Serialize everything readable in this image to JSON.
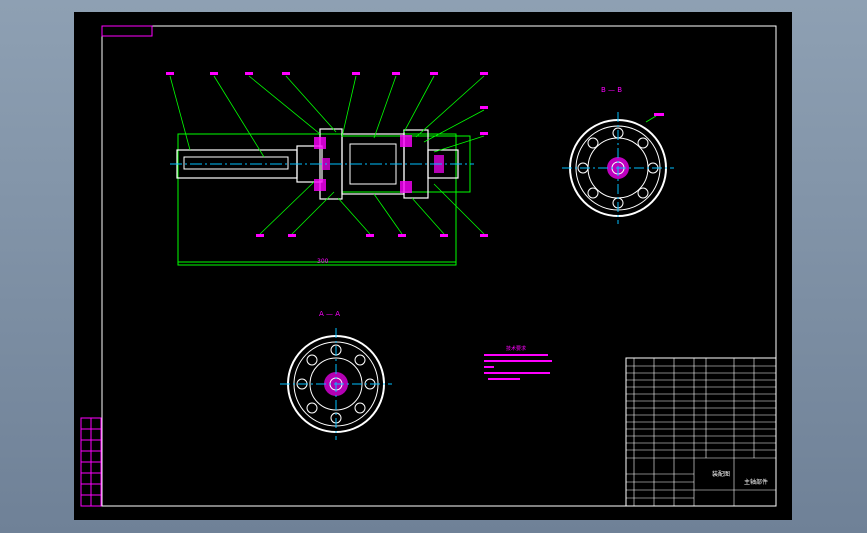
{
  "drawing": {
    "section_a_label": "A — A",
    "section_b_label": "B — B",
    "dimension_length": "300",
    "tech_requirements_title": "技术要求"
  },
  "title_block": {
    "part_name": "主轴部件",
    "material": "装配图"
  },
  "colors": {
    "background": "#000000",
    "frame": "#ffffff",
    "outline": "#00ff00",
    "centerline": "#00bfff",
    "annotation": "#ff00ff",
    "body": "#ffffff"
  }
}
